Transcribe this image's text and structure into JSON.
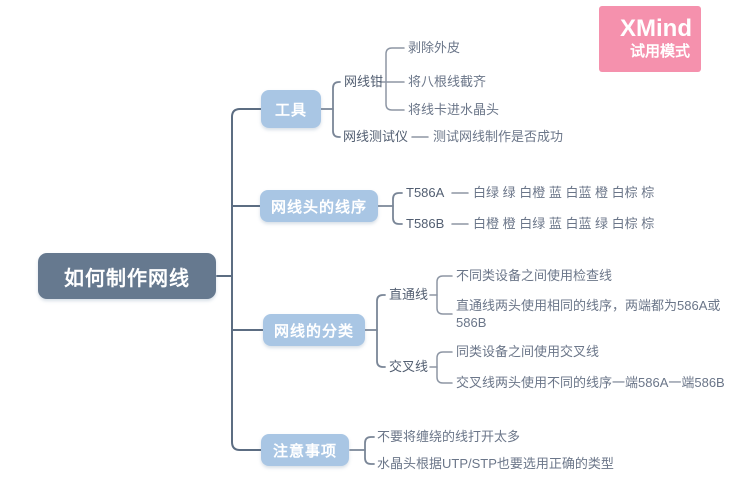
{
  "badge": {
    "app_name": "XMind",
    "mode": "试用模式",
    "bg_color": "#f591ad"
  },
  "colors": {
    "root_bg": "#66798f",
    "branch_bg": "#a9c6e4",
    "trunk_line": "#5c6d82",
    "mid_line": "#7a8697",
    "leaf_line": "#8d96a4",
    "node_text": "#525e71",
    "leaf_text": "#6b7689"
  },
  "mindmap": {
    "root": {
      "label": "如何制作网线"
    },
    "branches": [
      {
        "label": "工具",
        "children": [
          {
            "label": "网线钳",
            "children": [
              {
                "label": "剥除外皮"
              },
              {
                "label": "将八根线截齐"
              },
              {
                "label": "将线卡进水晶头"
              }
            ]
          },
          {
            "label": "网线测试仪",
            "children": [
              {
                "label": "测试网线制作是否成功"
              }
            ]
          }
        ]
      },
      {
        "label": "网线头的线序",
        "children": [
          {
            "label": "T586A",
            "children": [
              {
                "label": "白绿 绿 白橙 蓝 白蓝 橙 白棕 棕"
              }
            ]
          },
          {
            "label": "T586B",
            "children": [
              {
                "label": "白橙 橙 白绿 蓝 白蓝 绿 白棕 棕"
              }
            ]
          }
        ]
      },
      {
        "label": "网线的分类",
        "children": [
          {
            "label": "直通线",
            "children": [
              {
                "label": "不同类设备之间使用检查线"
              },
              {
                "label": "直通线两头使用相同的线序，两端都为586A或\n586B"
              }
            ]
          },
          {
            "label": "交叉线",
            "children": [
              {
                "label": "同类设备之间使用交叉线"
              },
              {
                "label": "交叉线两头使用不同的线序一端586A一端586B"
              }
            ]
          }
        ]
      },
      {
        "label": "注意事项",
        "children": [
          {
            "label": "不要将缠绕的线打开太多"
          },
          {
            "label": "水晶头根据UTP/STP也要选用正确的类型"
          }
        ]
      }
    ]
  }
}
